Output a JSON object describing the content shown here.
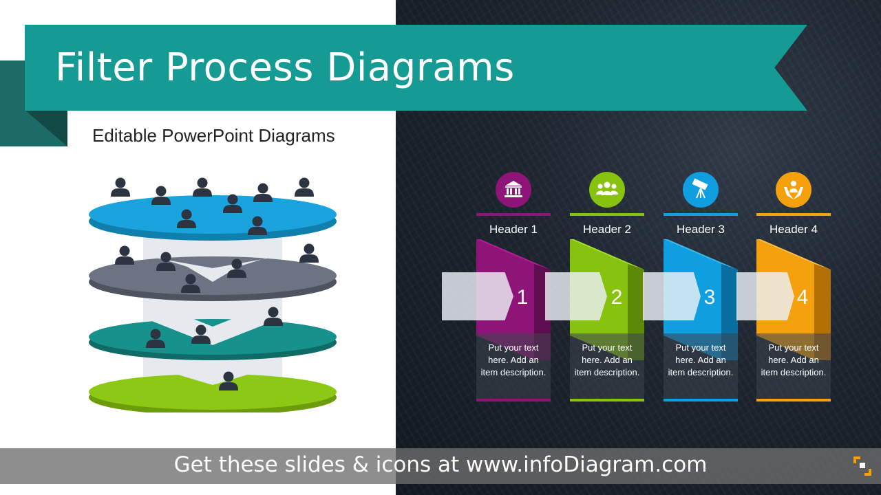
{
  "slide": {
    "title": "Filter Process Diagrams",
    "subtitle": "Editable PowerPoint Diagrams",
    "footer": "Get these slides & icons at www.infoDiagram.com"
  },
  "colors": {
    "banner": "#159a94",
    "layer_blue": "#1aa3dc",
    "layer_gray": "#6e7383",
    "layer_teal": "#17918b",
    "layer_green": "#8cc814",
    "person": "#2b3440",
    "step1": "#8e1577",
    "step2": "#86c20e",
    "step3": "#0f9ee0",
    "step4": "#f5a00d"
  },
  "steps": [
    {
      "header": "Header 1",
      "number": "1",
      "description": "Put your text here. Add an item description.",
      "icon": "bank-icon",
      "color": "#8e1577",
      "side": "#5e0d4e"
    },
    {
      "header": "Header 2",
      "number": "2",
      "description": "Put your text here. Add an item description.",
      "icon": "team-icon",
      "color": "#86c20e",
      "side": "#5c8a08"
    },
    {
      "header": "Header 3",
      "number": "3",
      "description": "Put your text here. Add an item description.",
      "icon": "telescope-icon",
      "color": "#0f9ee0",
      "side": "#0a6fa0"
    },
    {
      "header": "Header 4",
      "number": "4",
      "description": "Put your text here. Add an item description.",
      "icon": "hands-care-icon",
      "color": "#f5a00d",
      "side": "#b27006"
    }
  ]
}
